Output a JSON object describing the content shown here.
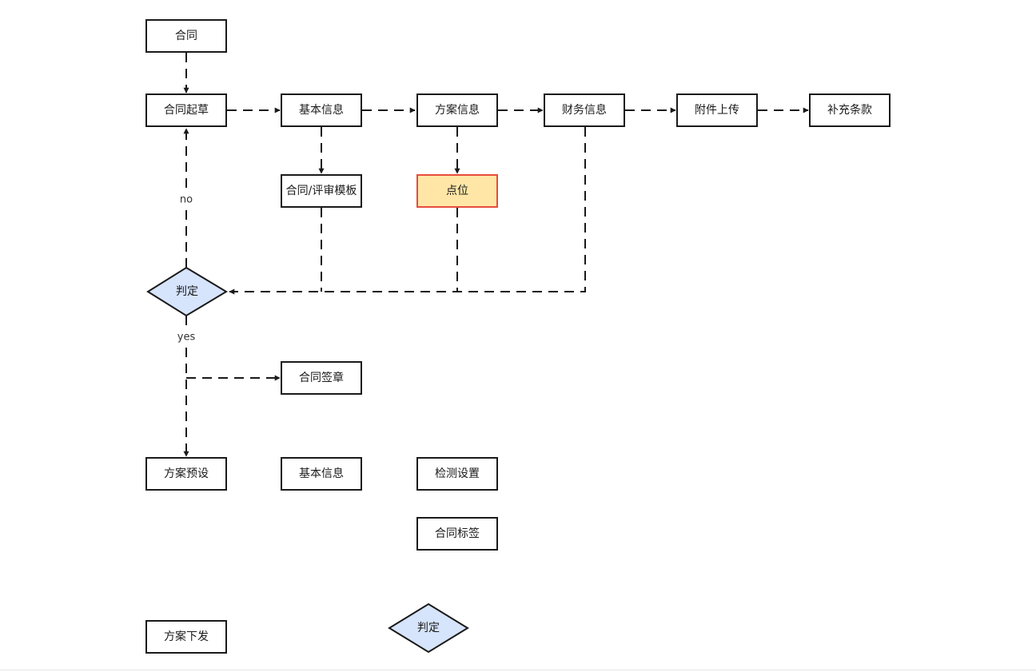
{
  "diagram": {
    "colors": {
      "stroke": "#1a1a1a",
      "node_fill": "#ffffff",
      "highlight_fill": "#ffe6a6",
      "highlight_stroke": "#e74c3c",
      "decision_fill": "#d6e4fc"
    },
    "nodes": {
      "contract": "合同",
      "draft": "合同起草",
      "basic_info": "基本信息",
      "plan_info": "方案信息",
      "finance_info": "财务信息",
      "attachment_upload": "附件上传",
      "supplementary_terms": "补充条款",
      "template": "合同/评审模板",
      "point": "点位",
      "decision": "判定",
      "contract_seal": "合同签章",
      "plan_preset": "方案预设",
      "basic_info_2": "基本信息",
      "detection_settings": "检测设置",
      "contract_tag": "合同标签",
      "plan_dispatch": "方案下发",
      "decision_2": "判定"
    },
    "edge_labels": {
      "no": "no",
      "yes": "yes"
    }
  }
}
